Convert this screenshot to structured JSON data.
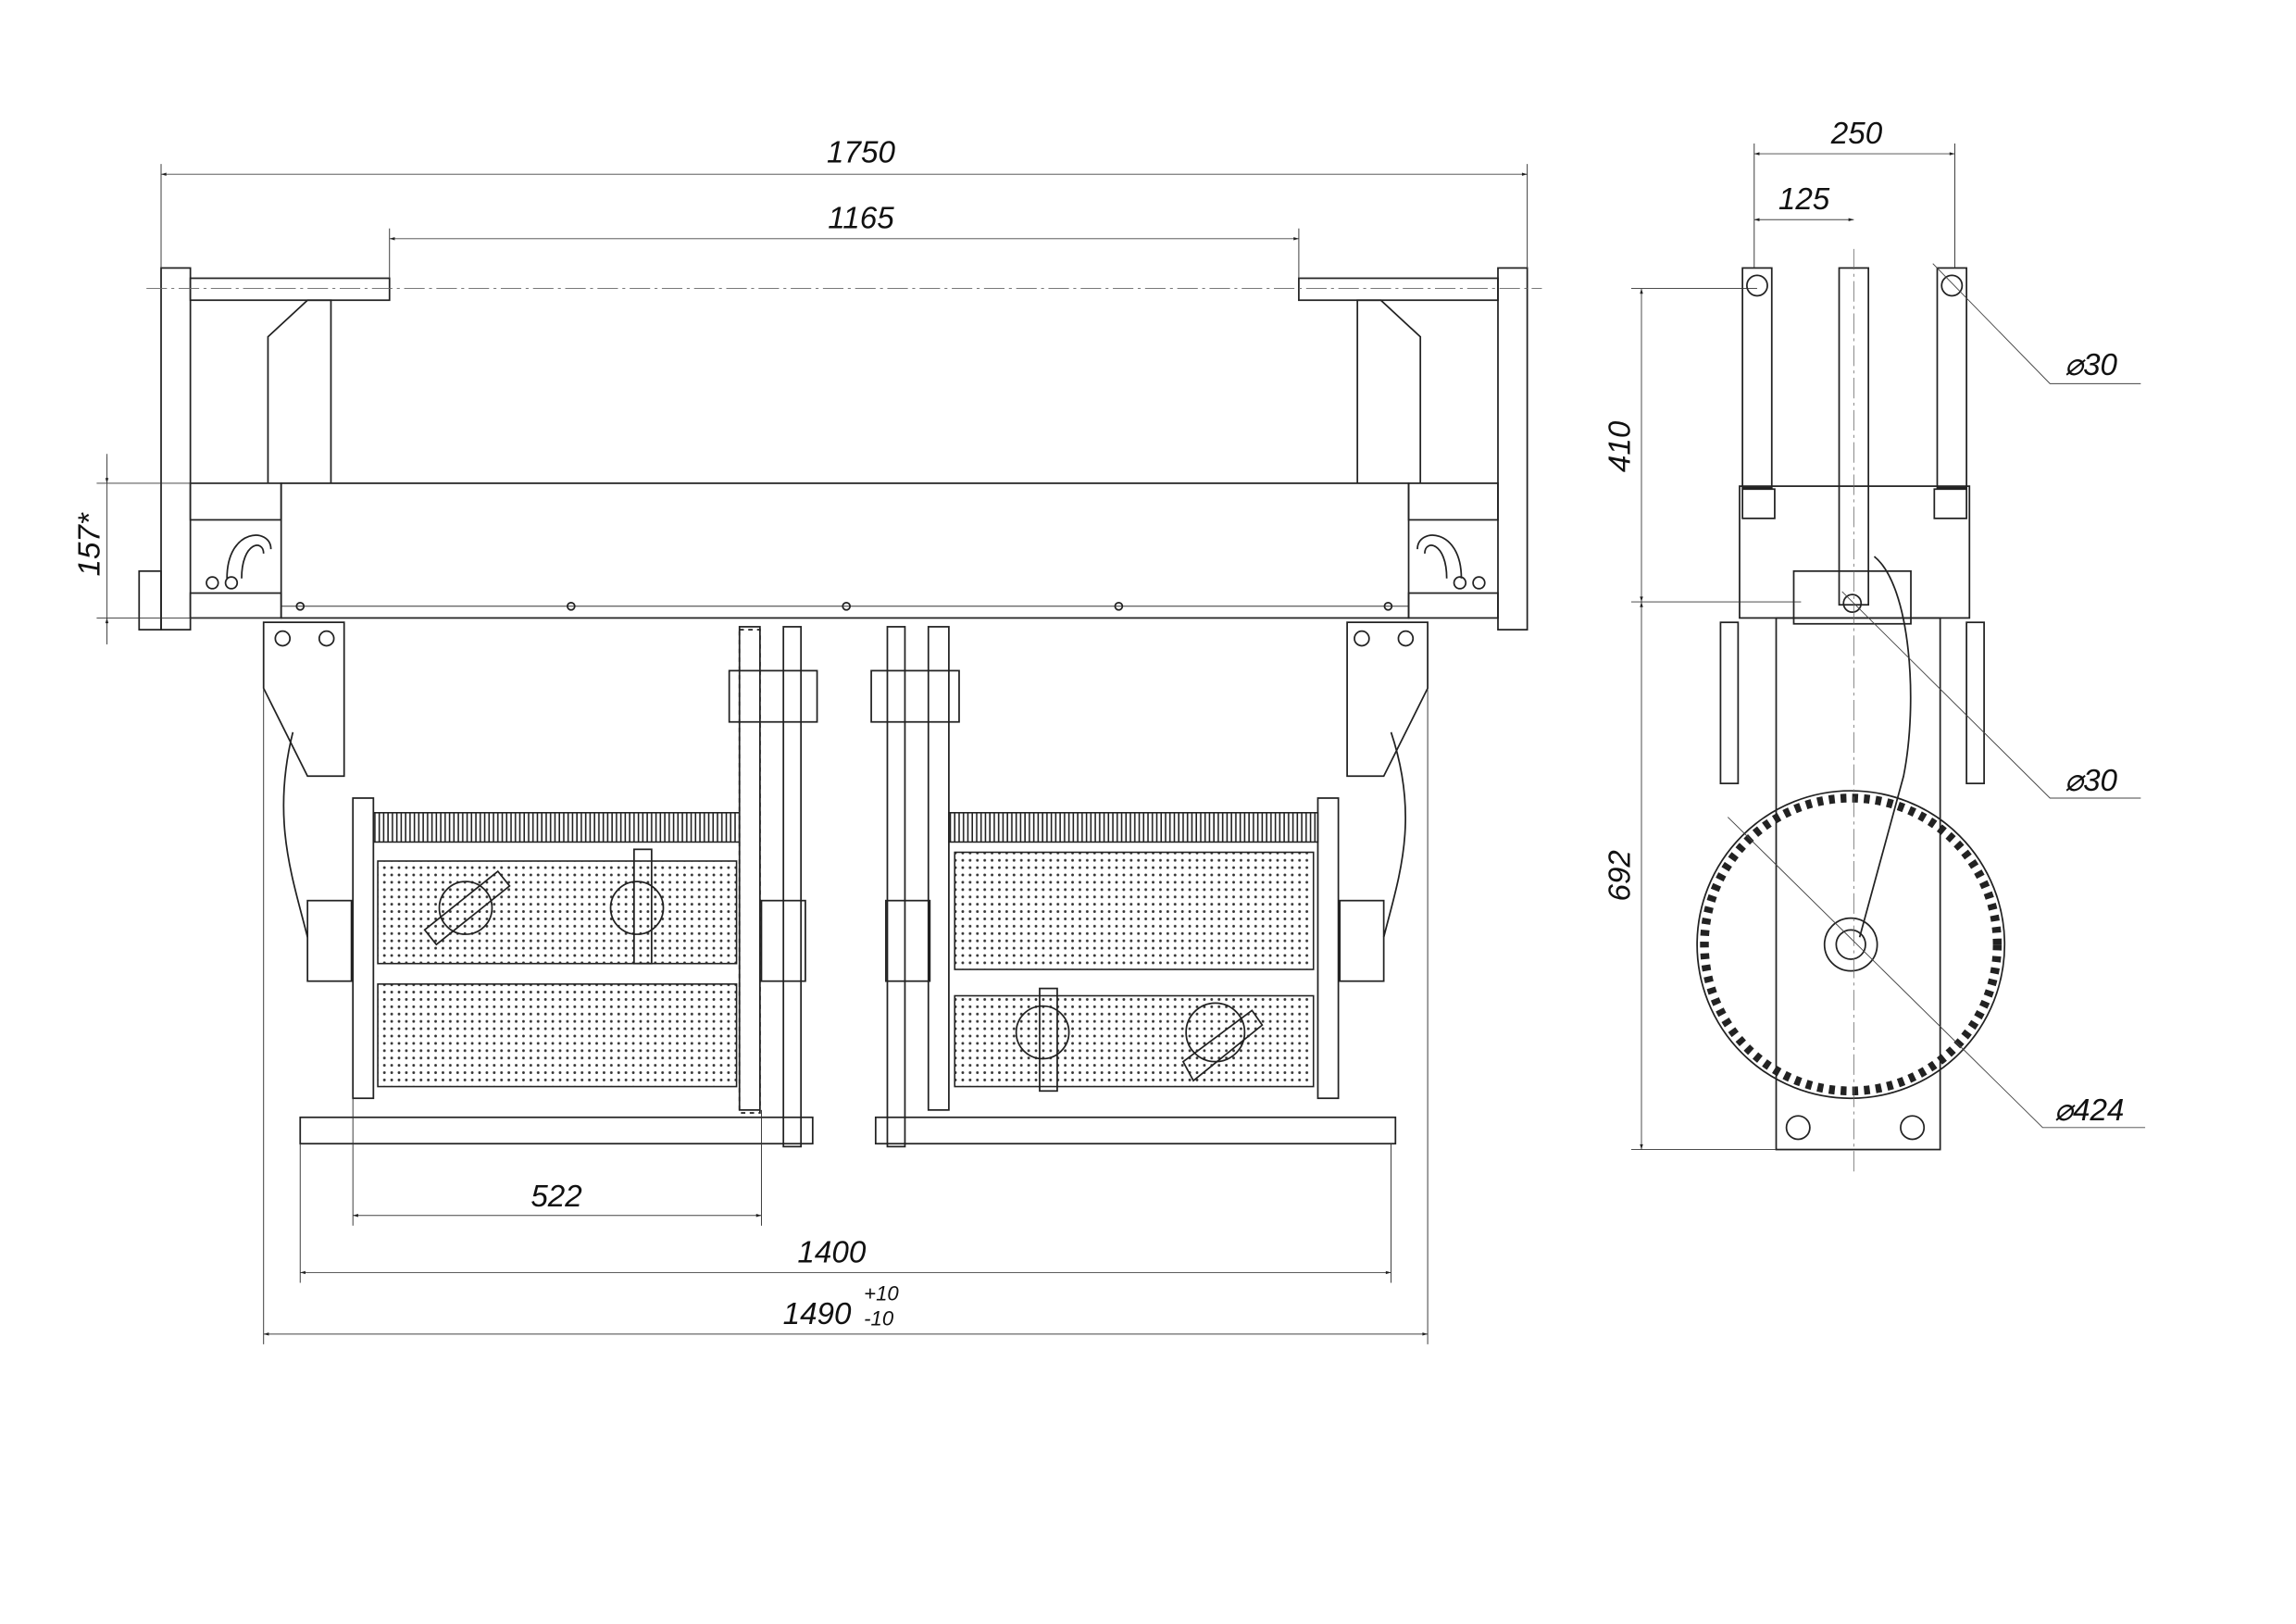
{
  "drawing": {
    "front_view": {
      "dim_overall_width": "1750",
      "dim_rod_spacing": "1165",
      "dim_height_mark": "157*",
      "dim_drum_length": "522",
      "dim_frame_width": "1400",
      "dim_total_width": "1490",
      "dim_total_width_tol_upper": "+10",
      "dim_total_width_tol_lower": "-10"
    },
    "side_view": {
      "dim_width": "250",
      "dim_half_width": "125",
      "dim_upper_height": "410",
      "dim_lower_height": "692",
      "dia_rod": "⌀30",
      "dia_axle": "⌀30",
      "dia_gear": "⌀424"
    }
  }
}
